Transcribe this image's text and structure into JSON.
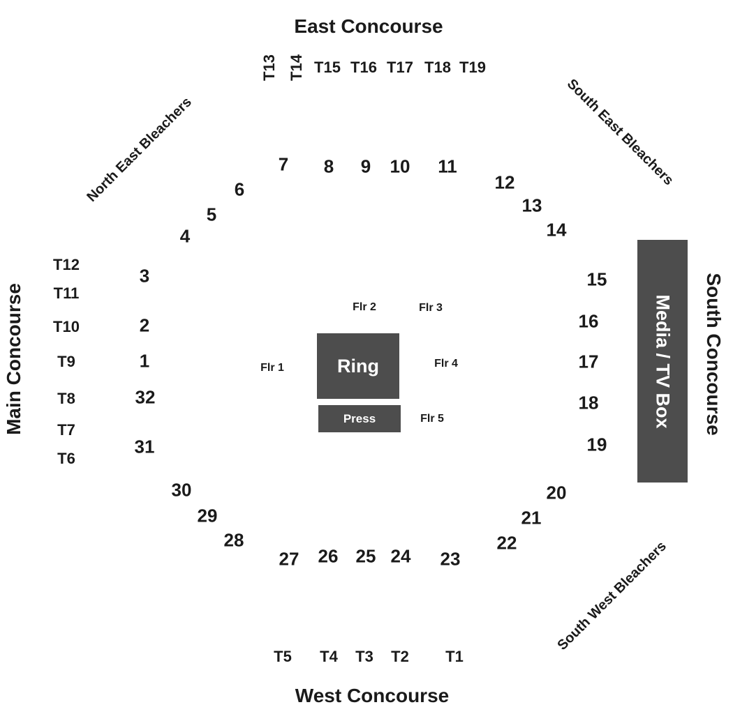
{
  "concourses": {
    "east": "East Concourse",
    "west": "West Concourse",
    "main": "Main Concourse",
    "south": "South Concourse"
  },
  "bleachers": {
    "north_east": "North East Bleachers",
    "south_east": "South East Bleachers",
    "south_west": "South West Bleachers"
  },
  "ring": "Ring",
  "press": "Press",
  "media_box": "Media / TV Box",
  "floor": {
    "f1": "Flr 1",
    "f2": "Flr 2",
    "f3": "Flr 3",
    "f4": "Flr 4",
    "f5": "Flr 5"
  },
  "sections": {
    "s1": "1",
    "s2": "2",
    "s3": "3",
    "s4": "4",
    "s5": "5",
    "s6": "6",
    "s7": "7",
    "s8": "8",
    "s9": "9",
    "s10": "10",
    "s11": "11",
    "s12": "12",
    "s13": "13",
    "s14": "14",
    "s15": "15",
    "s16": "16",
    "s17": "17",
    "s18": "18",
    "s19": "19",
    "s20": "20",
    "s21": "21",
    "s22": "22",
    "s23": "23",
    "s24": "24",
    "s25": "25",
    "s26": "26",
    "s27": "27",
    "s28": "28",
    "s29": "29",
    "s30": "30",
    "s31": "31",
    "s32": "32"
  },
  "tables": {
    "t1": "T1",
    "t2": "T2",
    "t3": "T3",
    "t4": "T4",
    "t5": "T5",
    "t6": "T6",
    "t7": "T7",
    "t8": "T8",
    "t9": "T9",
    "t10": "T10",
    "t11": "T11",
    "t12": "T12",
    "t13": "T13",
    "t14": "T14",
    "t15": "T15",
    "t16": "T16",
    "t17": "T17",
    "t18": "T18",
    "t19": "T19"
  },
  "colors": {
    "box_fill": "#4d4d4d",
    "box_text": "#ffffff",
    "label": "#1a1a1a"
  }
}
